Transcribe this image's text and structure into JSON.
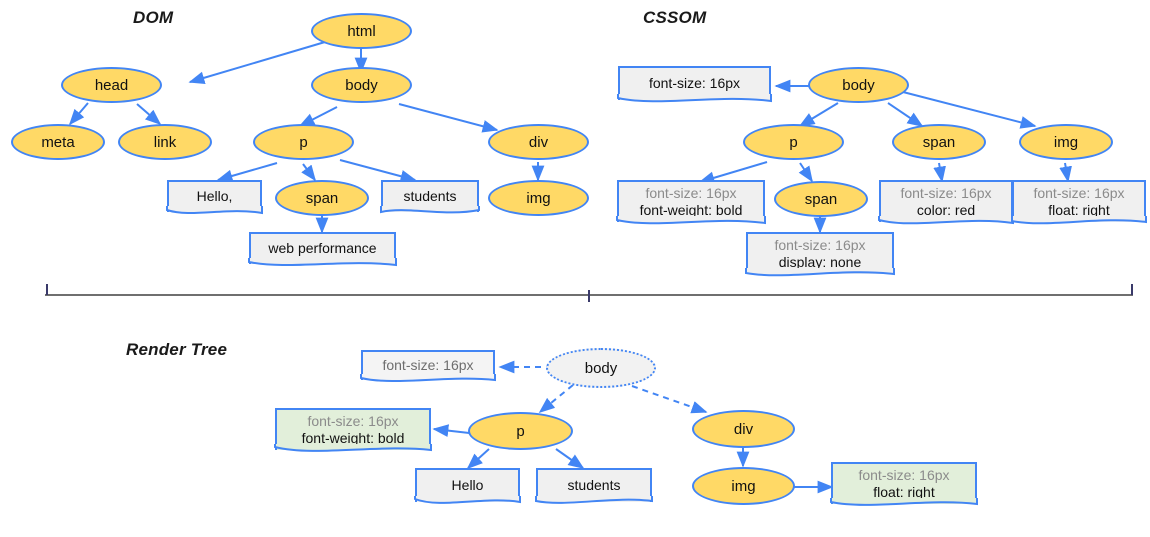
{
  "sections": {
    "dom": {
      "title": "DOM"
    },
    "cssom": {
      "title": "CSSOM"
    },
    "render": {
      "title": "Render Tree"
    }
  },
  "colors": {
    "node_fill": "#FFD966",
    "node_border": "#4285F4",
    "box_fill": "#F0F0F0",
    "box_fill_green": "#E2EFDA",
    "edge": "#4285F4",
    "inherited_text": "#8b8b8b",
    "own_text": "#111111",
    "divider": "#6f6f6f"
  },
  "dom_tree": {
    "nodes": [
      {
        "id": "html",
        "label": "html",
        "type": "element"
      },
      {
        "id": "head",
        "label": "head",
        "type": "element"
      },
      {
        "id": "body",
        "label": "body",
        "type": "element"
      },
      {
        "id": "meta",
        "label": "meta",
        "type": "element"
      },
      {
        "id": "link",
        "label": "link",
        "type": "element"
      },
      {
        "id": "p",
        "label": "p",
        "type": "element"
      },
      {
        "id": "div",
        "label": "div",
        "type": "element"
      },
      {
        "id": "span",
        "label": "span",
        "type": "element"
      },
      {
        "id": "img",
        "label": "img",
        "type": "element"
      },
      {
        "id": "hello",
        "label": "Hello,",
        "type": "text"
      },
      {
        "id": "students",
        "label": "students",
        "type": "text"
      },
      {
        "id": "webperf",
        "label": "web performance",
        "type": "text"
      }
    ],
    "edges": [
      [
        "html",
        "head"
      ],
      [
        "html",
        "body"
      ],
      [
        "head",
        "meta"
      ],
      [
        "head",
        "link"
      ],
      [
        "body",
        "p"
      ],
      [
        "body",
        "div"
      ],
      [
        "p",
        "hello"
      ],
      [
        "p",
        "span"
      ],
      [
        "p",
        "students"
      ],
      [
        "span",
        "webperf"
      ],
      [
        "div",
        "img"
      ]
    ]
  },
  "cssom_tree": {
    "nodes": [
      {
        "id": "body",
        "label": "body"
      },
      {
        "id": "p",
        "label": "p"
      },
      {
        "id": "span2",
        "label": "span"
      },
      {
        "id": "span1",
        "label": "span"
      },
      {
        "id": "img",
        "label": "img"
      }
    ],
    "style_boxes": [
      {
        "id": "body-style",
        "owner": "body",
        "lines": [
          {
            "text": "font-size: 16px",
            "inherited": false
          }
        ]
      },
      {
        "id": "p-style",
        "owner": "p",
        "lines": [
          {
            "text": "font-size: 16px",
            "inherited": true
          },
          {
            "text": "font-weight: bold",
            "inherited": false
          }
        ]
      },
      {
        "id": "span2-style",
        "owner": "span2",
        "lines": [
          {
            "text": "font-size: 16px",
            "inherited": true
          },
          {
            "text": "display: none",
            "inherited": false
          }
        ]
      },
      {
        "id": "span1-style",
        "owner": "span1",
        "lines": [
          {
            "text": "font-size: 16px",
            "inherited": true
          },
          {
            "text": "color: red",
            "inherited": false
          }
        ]
      },
      {
        "id": "img-style",
        "owner": "img",
        "lines": [
          {
            "text": "font-size: 16px",
            "inherited": true
          },
          {
            "text": "float: right",
            "inherited": false
          }
        ]
      }
    ],
    "edges": [
      [
        "body",
        "body-style"
      ],
      [
        "body",
        "p"
      ],
      [
        "body",
        "span1"
      ],
      [
        "body",
        "img"
      ],
      [
        "p",
        "p-style"
      ],
      [
        "p",
        "span2"
      ],
      [
        "span2",
        "span2-style"
      ],
      [
        "span1",
        "span1-style"
      ],
      [
        "img",
        "img-style"
      ]
    ]
  },
  "render_tree": {
    "nodes": [
      {
        "id": "body",
        "label": "body",
        "type": "ghost"
      },
      {
        "id": "p",
        "label": "p",
        "type": "element"
      },
      {
        "id": "div",
        "label": "div",
        "type": "element"
      },
      {
        "id": "img",
        "label": "img",
        "type": "element"
      },
      {
        "id": "hello",
        "label": "Hello",
        "type": "text"
      },
      {
        "id": "students",
        "label": "students",
        "type": "text"
      }
    ],
    "style_boxes": [
      {
        "id": "body-style",
        "owner": "body",
        "tone": "gray",
        "lines": [
          {
            "text": "font-size: 16px",
            "inherited": true
          }
        ]
      },
      {
        "id": "p-style",
        "owner": "p",
        "tone": "green",
        "lines": [
          {
            "text": "font-size: 16px",
            "inherited": true
          },
          {
            "text": "font-weight: bold",
            "inherited": false
          }
        ]
      },
      {
        "id": "img-style",
        "owner": "img",
        "tone": "green",
        "lines": [
          {
            "text": "font-size: 16px",
            "inherited": true
          },
          {
            "text": "float: right",
            "inherited": false
          }
        ]
      }
    ],
    "edges": [
      [
        "body",
        "body-style"
      ],
      [
        "body",
        "p"
      ],
      [
        "body",
        "div"
      ],
      [
        "p",
        "p-style"
      ],
      [
        "p",
        "hello"
      ],
      [
        "p",
        "students"
      ],
      [
        "div",
        "img"
      ],
      [
        "img",
        "img-style"
      ]
    ]
  },
  "divider": {
    "label": ""
  }
}
